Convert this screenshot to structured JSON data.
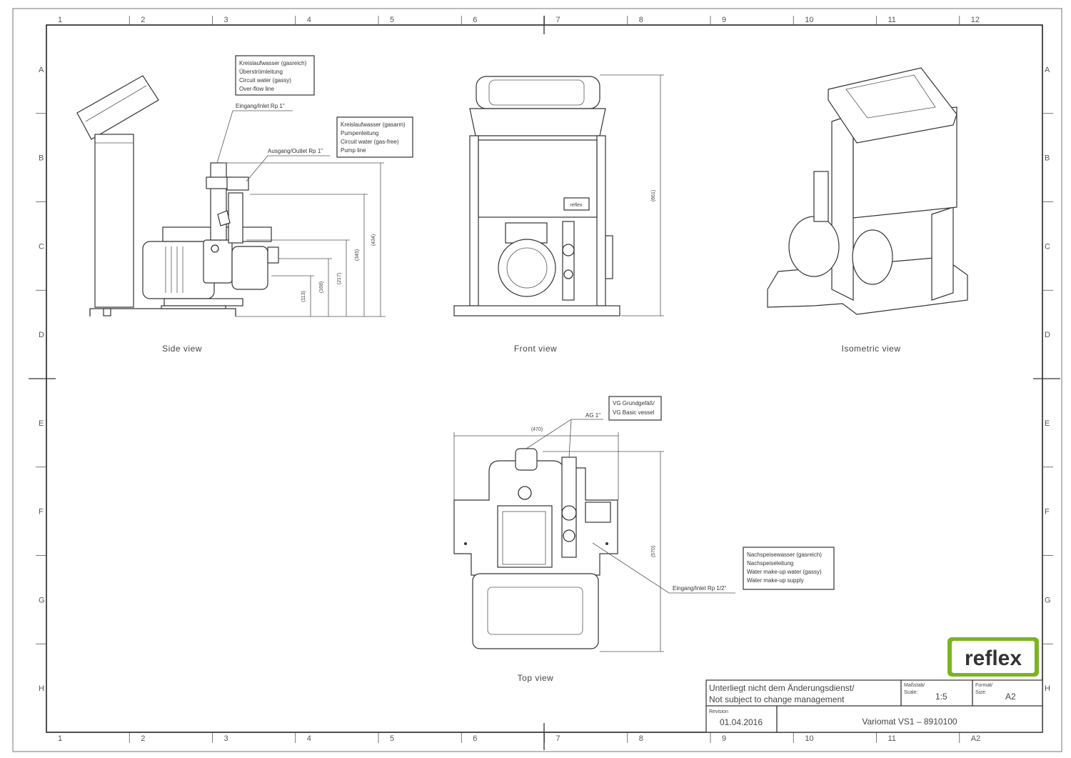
{
  "grid": {
    "columns": [
      "1",
      "2",
      "3",
      "4",
      "5",
      "6",
      "7",
      "8",
      "9",
      "10",
      "11",
      "12"
    ],
    "columns_bottom": [
      "1",
      "2",
      "3",
      "4",
      "5",
      "6",
      "7",
      "8",
      "9",
      "10",
      "11",
      "A2"
    ],
    "rows": [
      "A",
      "B",
      "C",
      "D",
      "E",
      "F",
      "G",
      "H"
    ]
  },
  "views": {
    "side": "Side  view",
    "front": "Front  view",
    "isometric": "Isometric  view",
    "top": "Top  view"
  },
  "side_annotations": {
    "overflow_box": [
      "Kreislaufwasser (gasreich)",
      "Überströmleitung",
      "Circuit water (gassy)",
      "Over-flow line"
    ],
    "inlet": "Eingang/Inlet Rp 1\"",
    "outlet": "Ausgang/Outlet Rp 1\"",
    "pump_box": [
      "Kreislaufwasser (gasarm)",
      "Pumpenleitung",
      "Circuit water (gas-free)",
      "Pump line"
    ],
    "dimensions": [
      "(113)",
      "(168)",
      "(217)",
      "(345)",
      "(434)"
    ]
  },
  "front_annotations": {
    "height": "(661)",
    "logo_plate": "reflex"
  },
  "top_annotations": {
    "vessel_box": [
      "VG Grundgefäß/",
      "VG Basic vessel"
    ],
    "ag": "AG 1\"",
    "width": "(470)",
    "depth": "(570)",
    "inlet": "Eingang/Inlet Rp 1/2\"",
    "makeup_box": [
      "Nachspeisewasser (gasreich)",
      "Nachspeiseleitung",
      "Water make-up water (gassy)",
      "Water make-up supply"
    ]
  },
  "logo": "reflex",
  "title_block": {
    "notice_line1": "Unterliegt nicht dem Änderungsdienst/",
    "notice_line2": "Not subject to change management",
    "scale_label1": "Maßstab/",
    "scale_label2": "Scale:",
    "scale": "1:5",
    "format_label1": "Format/",
    "format_label2": "Size:",
    "format": "A2",
    "revision_label": "Revision",
    "revision": "01.04.2016",
    "title": "Variomat VS1 – 8910100"
  },
  "colors": {
    "logo_green": "#7ab51d"
  }
}
